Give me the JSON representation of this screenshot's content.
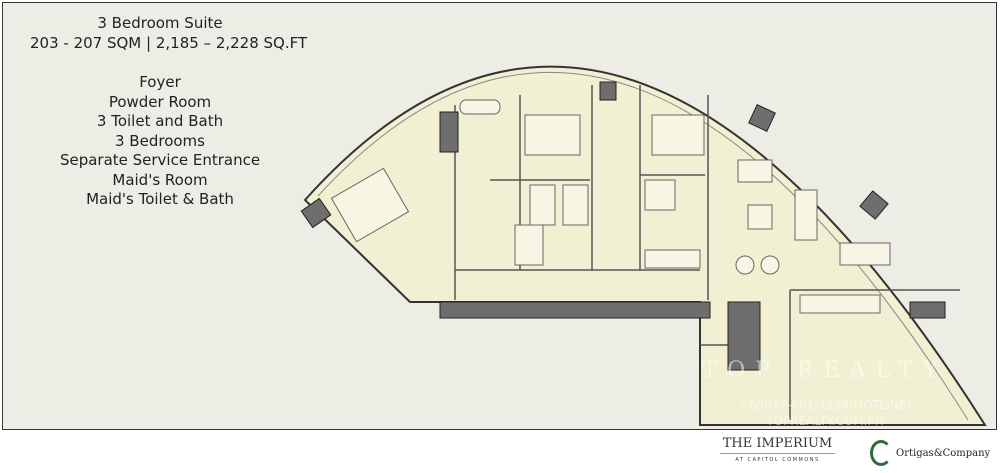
{
  "unit": {
    "title": "3 Bedroom Suite",
    "area": "203 - 207 SQM  |  2,185 – 2,228 SQ.FT",
    "features": [
      "Foyer",
      "Powder Room",
      "3 Toilet and Bath",
      "3 Bedrooms",
      "Separate Service Entrance",
      "Maid's Room",
      "Maid's Toilet & Bath"
    ]
  },
  "watermark": {
    "brand": "TOP REALTY",
    "phone": "+63917-681-1188(HOTLINE)",
    "site": "TOPREALTY.COM.PH"
  },
  "logos": {
    "project": "THE IMPERIUM",
    "project_sub": "AT CAPITOL COMMONS",
    "developer": "Ortigas&Company"
  },
  "colors": {
    "plan_fill": "#f1f0d2",
    "wall": "#6e6e6e",
    "background": "#edede5"
  }
}
